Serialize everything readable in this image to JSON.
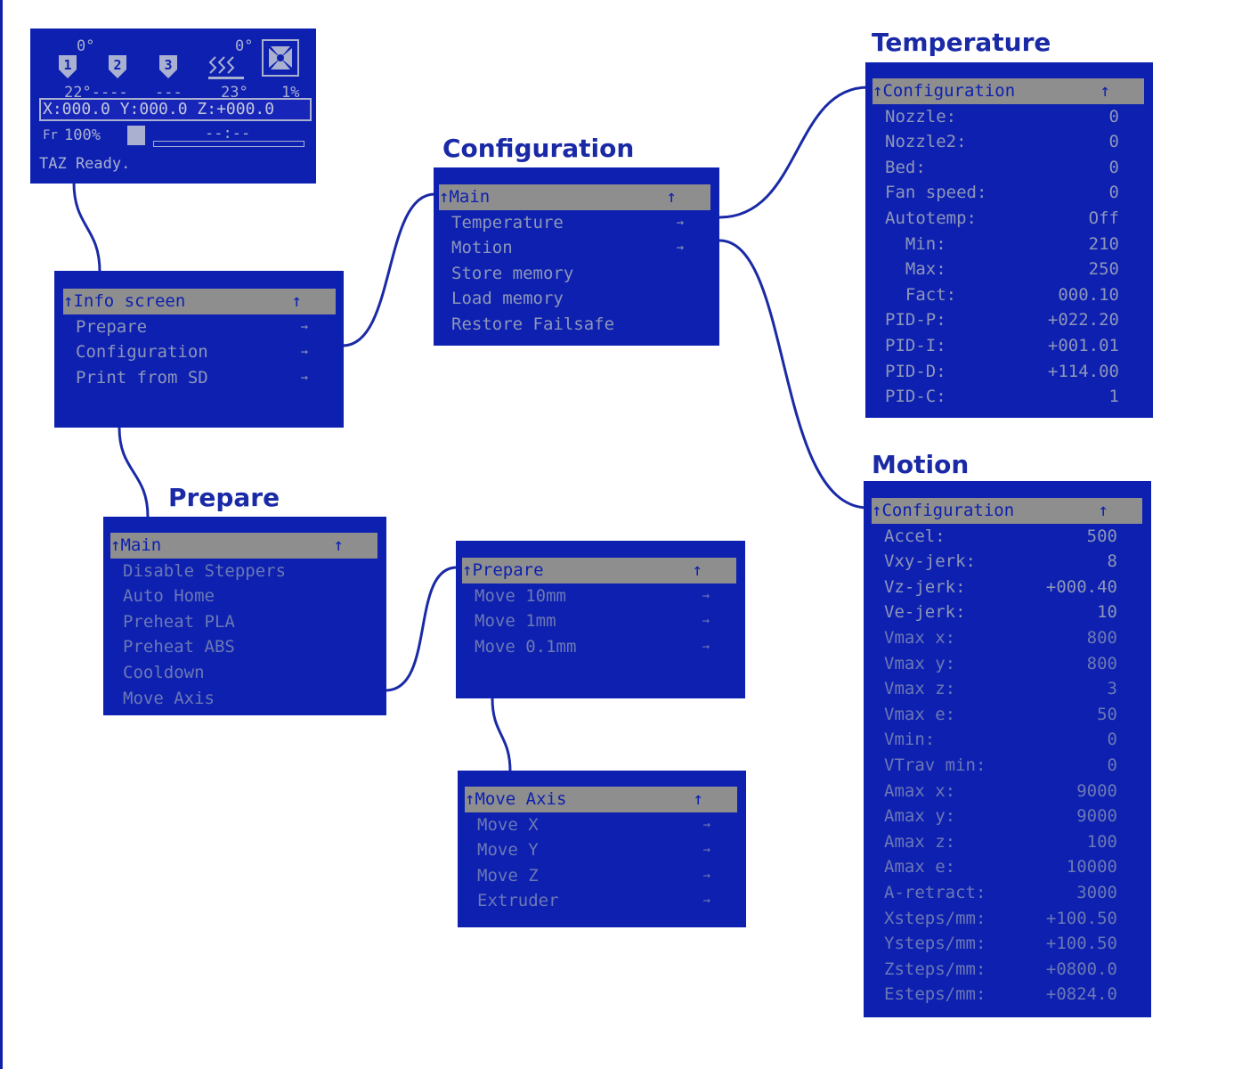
{
  "headings": {
    "temperature": "Temperature",
    "configuration": "Configuration",
    "motion": "Motion",
    "prepare": "Prepare"
  },
  "info_screen": {
    "top_temps": [
      "0°",
      "0°"
    ],
    "extruders": [
      "1",
      "2",
      "3"
    ],
    "bottom_temps": [
      "22°----",
      "---",
      "23°",
      "1%"
    ],
    "coords": "X:000.0 Y:000.0 Z:+000.0",
    "feedrate": "100%",
    "time": "--:--",
    "status": "TAZ Ready."
  },
  "main_menu": {
    "title": "Info screen",
    "items": [
      "Prepare",
      "Configuration",
      "Print from SD"
    ]
  },
  "configuration_menu": {
    "title": "Main",
    "items": [
      "Temperature",
      "Motion",
      "Store memory",
      "Load memory",
      "Restore Failsafe"
    ]
  },
  "prepare_menu": {
    "title": "Main",
    "items": [
      "Disable Steppers",
      "Auto Home",
      "Preheat PLA",
      "Preheat ABS",
      "Cooldown",
      "Move Axis"
    ]
  },
  "move_menu": {
    "title": "Prepare",
    "items": [
      "Move 10mm",
      "Move 1mm",
      "Move 0.1mm"
    ]
  },
  "move_axis_menu": {
    "title": "Move Axis",
    "items": [
      "Move X",
      "Move Y",
      "Move Z",
      "Extruder"
    ]
  },
  "temperature_menu": {
    "title": "Configuration",
    "rows": [
      {
        "label": "Nozzle:",
        "value": "0"
      },
      {
        "label": "Nozzle2:",
        "value": "0"
      },
      {
        "label": "Bed:",
        "value": "0"
      },
      {
        "label": "Fan speed:",
        "value": "0"
      },
      {
        "label": "Autotemp:",
        "value": "Off"
      },
      {
        "label": "  Min:",
        "value": "210"
      },
      {
        "label": "  Max:",
        "value": "250"
      },
      {
        "label": "  Fact:",
        "value": "000.10"
      },
      {
        "label": "PID-P:",
        "value": "+022.20"
      },
      {
        "label": "PID-I:",
        "value": "+001.01"
      },
      {
        "label": "PID-D:",
        "value": "+114.00"
      },
      {
        "label": "PID-C:",
        "value": "1"
      }
    ]
  },
  "motion_menu": {
    "title": "Configuration",
    "rows": [
      {
        "label": "Accel:",
        "value": "500"
      },
      {
        "label": "Vxy-jerk:",
        "value": "8"
      },
      {
        "label": "Vz-jerk:",
        "value": "+000.40"
      },
      {
        "label": "Ve-jerk:",
        "value": "10"
      },
      {
        "label": "Vmax x:",
        "value": "800"
      },
      {
        "label": "Vmax y:",
        "value": "800"
      },
      {
        "label": "Vmax z:",
        "value": "3"
      },
      {
        "label": "Vmax e:",
        "value": "50"
      },
      {
        "label": "Vmin:",
        "value": "0"
      },
      {
        "label": "VTrav min:",
        "value": "0"
      },
      {
        "label": "Amax x:",
        "value": "9000"
      },
      {
        "label": "Amax y:",
        "value": "9000"
      },
      {
        "label": "Amax z:",
        "value": "100"
      },
      {
        "label": "Amax e:",
        "value": "10000"
      },
      {
        "label": "A-retract:",
        "value": "3000"
      },
      {
        "label": "Xsteps/mm:",
        "value": "+100.50"
      },
      {
        "label": "Ysteps/mm:",
        "value": "+100.50"
      },
      {
        "label": "Zsteps/mm:",
        "value": "+0800.0"
      },
      {
        "label": "Esteps/mm:",
        "value": "+0824.0"
      }
    ]
  },
  "colors": {
    "lcd_background": "#0d20b0",
    "lcd_text": "#8e96b8",
    "selection_bar": "#8e8e8e",
    "connector": "#1a2aa6",
    "heading": "#1a2aa6"
  }
}
